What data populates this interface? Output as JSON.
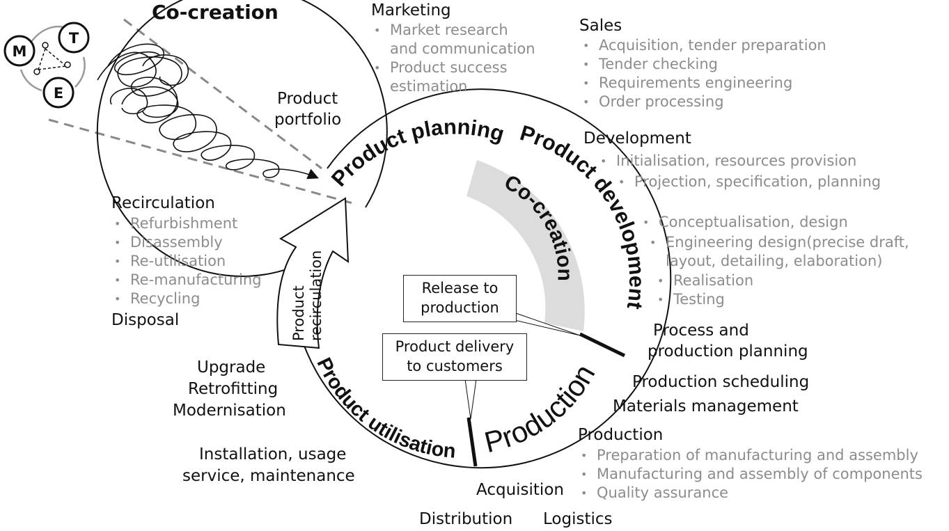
{
  "cocreation_title": "Co-creation",
  "actors": {
    "m": "M",
    "t": "T",
    "e": "E"
  },
  "cycle_labels": {
    "product_planning": "Product planning",
    "product_development": "Product development",
    "production": "Production",
    "product_utilisation": "Product utilisation",
    "cocreation_band": "Co-creation",
    "product_recirculation_line1": "Product",
    "product_recirculation_line2": "recirculation"
  },
  "marketing": {
    "title": "Marketing",
    "items": [
      "Market research and communication",
      "Product success estimation"
    ],
    "lines": [
      "Market research",
      "and communication",
      "Product success",
      "estimation"
    ]
  },
  "sales": {
    "title": "Sales",
    "items": [
      "Acquisition, tender preparation",
      "Tender checking",
      "Requirements engineering",
      "Order processing"
    ]
  },
  "development": {
    "title": "Development",
    "items_a": [
      "Initialisation, resources provision",
      "Projection, specification, planning"
    ],
    "items_b": [
      "Conceptualisation, design"
    ],
    "engineering_lines": [
      "Engineering design(precise draft,",
      "layout, detailing, elaboration)"
    ],
    "items_c": [
      "Realisation",
      "Testing"
    ]
  },
  "process_planning": {
    "line1": "Process and",
    "line2": "production planning"
  },
  "production_scheduling": "Production scheduling",
  "materials_management": "Materials management",
  "production_block": {
    "title": "Production",
    "items": [
      "Preparation of manufacturing and assembly",
      "Manufacturing and assembly of components",
      "Quality assurance"
    ]
  },
  "acquisition": "Acquisition",
  "distribution": "Distribution",
  "logistics": "Logistics",
  "installation": {
    "line1": "Installation, usage",
    "line2": "service, maintenance"
  },
  "upgrade": {
    "line1": "Upgrade",
    "line2": "Retrofitting",
    "line3": "Modernisation"
  },
  "recirculation": {
    "title": "Recirculation",
    "items": [
      "Refurbishment",
      "Disassembly",
      "Re-utilisation",
      "Re-manufacturing",
      "Recycling"
    ],
    "footer": "Disposal"
  },
  "product_portfolio": {
    "line1": "Product",
    "line2": "portfolio"
  },
  "callouts": {
    "release": {
      "line1": "Release to",
      "line2": "production"
    },
    "delivery": {
      "line1": "Product delivery",
      "line2": "to customers"
    }
  }
}
